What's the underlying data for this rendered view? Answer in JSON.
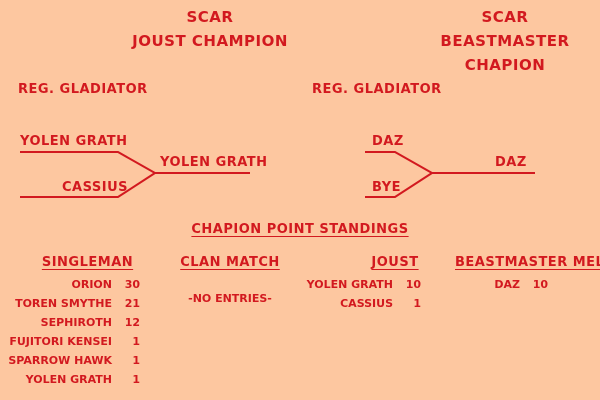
{
  "joust": {
    "title_line1": "SCAR",
    "title_line2": "JOUST CHAMPION",
    "bracket_label": "REG. GLADIATOR",
    "entrant_1": "YOLEN GRATH",
    "entrant_2": "CASSIUS",
    "winner": "YOLEN GRATH"
  },
  "beastmaster": {
    "title_line1": "SCAR",
    "title_line2": "BEASTMASTER",
    "title_line3": "CHAPION",
    "bracket_label": "REG. GLADIATOR",
    "entrant_1": "DAZ",
    "entrant_2": "BYE",
    "winner": "DAZ"
  },
  "standings": {
    "title": "CHAPION POINT STANDINGS",
    "singleman": {
      "header": "SINGLEMAN",
      "rows": [
        {
          "name": "ORION",
          "points": "30"
        },
        {
          "name": "TOREN SMYTHE",
          "points": "21"
        },
        {
          "name": "SEPHIROTH",
          "points": "12"
        },
        {
          "name": "FUJITORI KENSEI",
          "points": "1"
        },
        {
          "name": "SPARROW HAWK",
          "points": "1"
        },
        {
          "name": "YOLEN GRATH",
          "points": "1"
        }
      ]
    },
    "clan_match": {
      "header": "CLAN MATCH",
      "empty_text": "-NO ENTRIES-"
    },
    "joust": {
      "header": "JOUST",
      "rows": [
        {
          "name": "YOLEN GRATH",
          "points": "10"
        },
        {
          "name": "CASSIUS",
          "points": "1"
        }
      ]
    },
    "beastmaster_melee": {
      "header": "BEASTMASTER MELEE",
      "rows": [
        {
          "name": "DAZ",
          "points": "10"
        }
      ]
    }
  },
  "colors": {
    "background": "#fdc7a0",
    "ink": "#d2191f"
  }
}
